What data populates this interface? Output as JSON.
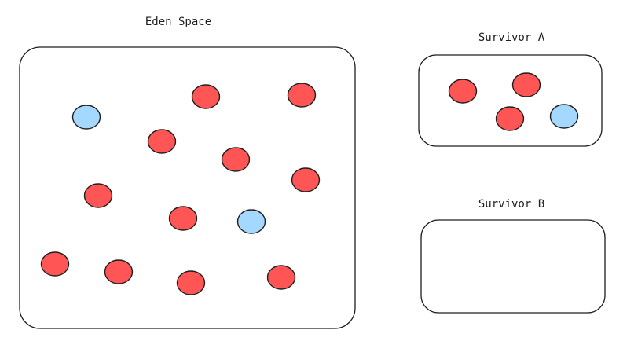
{
  "colors": {
    "young": "#ff5555",
    "survivor": "#a5d8ff",
    "stroke": "#1e1e1e"
  },
  "regions": {
    "eden": {
      "label": "Eden Space"
    },
    "survivor_a": {
      "label": "Survivor A"
    },
    "survivor_b": {
      "label": "Survivor B"
    }
  }
}
